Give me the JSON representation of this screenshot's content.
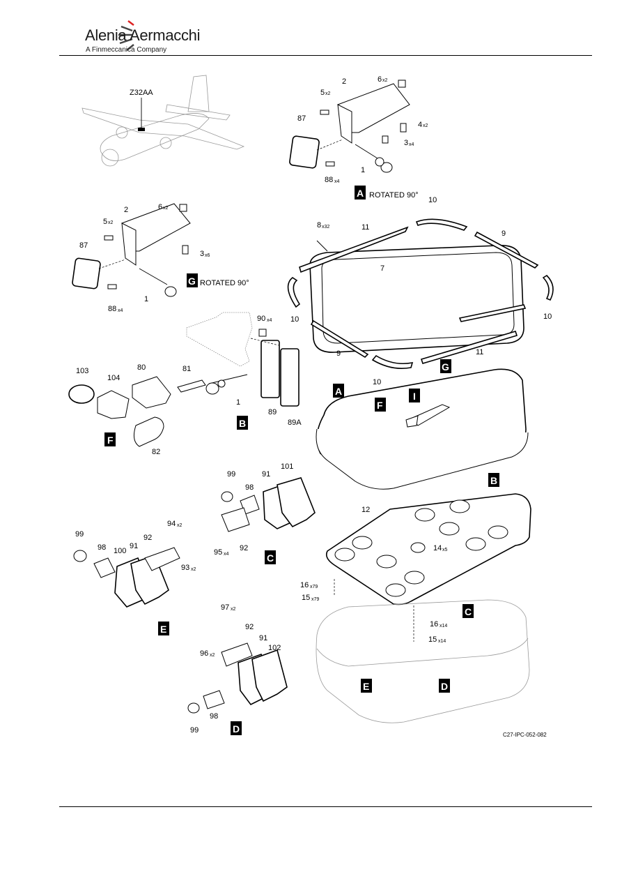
{
  "header": {
    "brand_name": "Alenia Aermacchi",
    "brand_subtitle": "A Finmeccanica Company"
  },
  "drawing": {
    "reference": "C27-IPC-052-082",
    "zone": "Z32AA",
    "rotated_note": "ROTATED 90°",
    "view_letters": [
      "A",
      "B",
      "C",
      "D",
      "E",
      "F",
      "G",
      "I"
    ],
    "callouts": {
      "n1": "1",
      "n2": "2",
      "n3": "3",
      "n4": "4",
      "n5": "5",
      "n6": "6",
      "n7": "7",
      "n8": "8",
      "n9": "9",
      "n10": "10",
      "n11": "11",
      "n12": "12",
      "n14": "14",
      "n15": "15",
      "n16": "16",
      "n80": "80",
      "n81": "81",
      "n82": "82",
      "n87": "87",
      "n88": "88",
      "n89": "89",
      "n89a": "89A",
      "n90": "90",
      "n91": "91",
      "n92": "92",
      "n93": "93",
      "n94": "94",
      "n95": "95",
      "n96": "96",
      "n97": "97",
      "n98": "98",
      "n99": "99",
      "n100": "100",
      "n101": "101",
      "n102": "102",
      "n103": "103",
      "n104": "104"
    },
    "quantities": {
      "x2": "x2",
      "x4": "x4",
      "x6": "x6",
      "x14": "x14",
      "x32": "x32",
      "x79": "x79",
      "x5": "x5"
    }
  }
}
